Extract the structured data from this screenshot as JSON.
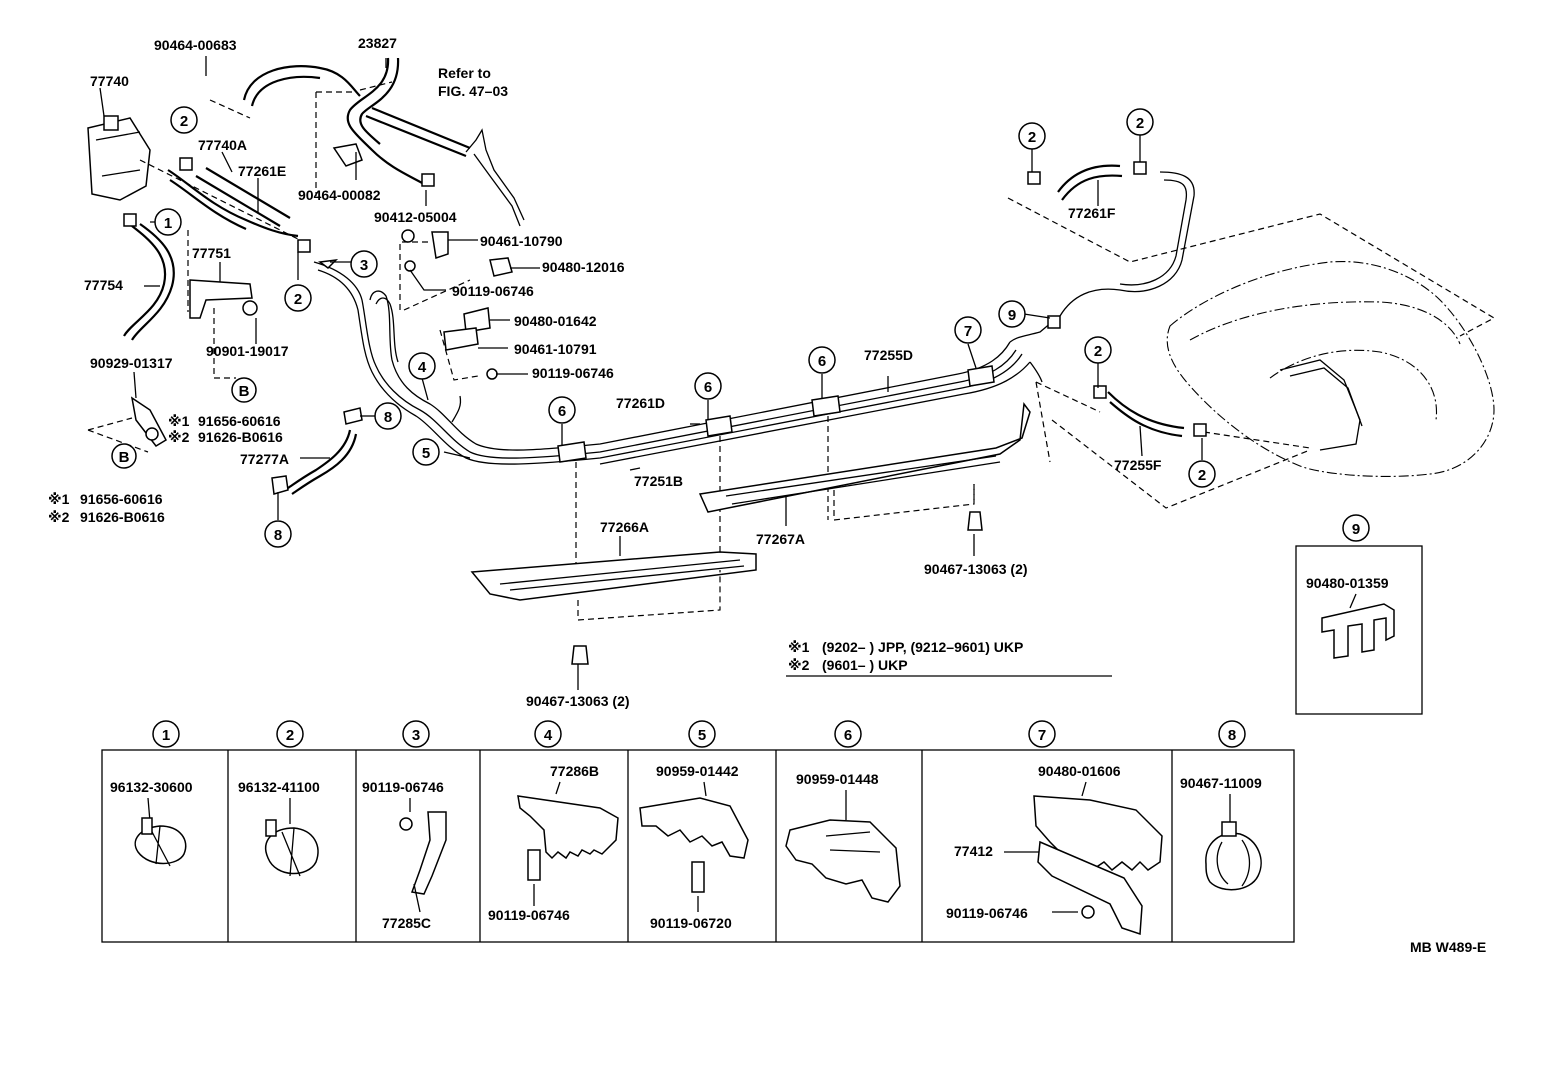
{
  "labels": {
    "p90464_00683": "90464-00683",
    "p23827": "23827",
    "refer_to": "Refer to",
    "fig_47_03": "FIG. 47–03",
    "p77740": "77740",
    "p77740a": "77740A",
    "p77261e": "77261E",
    "p90464_00082": "90464-00082",
    "p90412_05004": "90412-05004",
    "p90461_10790": "90461-10790",
    "p90480_12016": "90480-12016",
    "p90119_06746_a": "90119-06746",
    "p77751": "77751",
    "p77754": "77754",
    "p90901_19017": "90901-19017",
    "p90929_01317": "90929-01317",
    "p90480_01642": "90480-01642",
    "p90461_10791": "90461-10791",
    "p90119_06746_b": "90119-06746",
    "n1_91656": "91656-60616",
    "n2_91626": "91626-B0616",
    "note1_line": "91656-60616",
    "note2_line": "91626-B0616",
    "p77277a": "77277A",
    "p77261d": "77261D",
    "p77251b": "77251B",
    "p77255d": "77255D",
    "p77266a": "77266A",
    "p77267a": "77267A",
    "p90467_13063_a": "90467-13063 (2)",
    "p90467_13063_b": "90467-13063 (2)",
    "p77261f": "77261F",
    "p77255f": "77255F",
    "p90480_01359": "90480-01359",
    "legend_row1": "(9202–        ) JPP, (9212–9601) UKP",
    "legend_row2": "(9601–        ) UKP",
    "mark1": "※1",
    "mark2": "※2",
    "callout_b": "B",
    "diagram_code": "MB W489-E"
  },
  "detail_table": [
    {
      "num": "1",
      "parts": [
        "96132-30600"
      ]
    },
    {
      "num": "2",
      "parts": [
        "96132-41100"
      ]
    },
    {
      "num": "3",
      "parts": [
        "90119-06746",
        "77285C"
      ]
    },
    {
      "num": "4",
      "parts": [
        "77286B",
        "90119-06746"
      ]
    },
    {
      "num": "5",
      "parts": [
        "90959-01442",
        "90119-06720"
      ]
    },
    {
      "num": "6",
      "parts": [
        "90959-01448"
      ]
    },
    {
      "num": "7",
      "parts": [
        "90480-01606",
        "77412",
        "90119-06746"
      ]
    },
    {
      "num": "8",
      "parts": [
        "90467-11009"
      ]
    }
  ],
  "detail_9": {
    "num": "9",
    "part": "90480-01359"
  },
  "callouts": [
    "1",
    "2",
    "3",
    "4",
    "5",
    "6",
    "7",
    "8",
    "9"
  ]
}
